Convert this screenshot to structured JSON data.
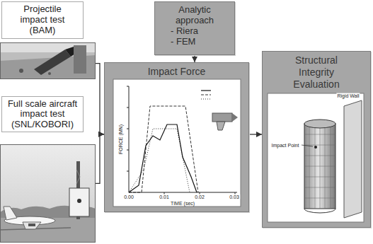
{
  "diagram": {
    "nodes": [
      {
        "text": [
          "Projectile impact test (BAM)"
        ]
      },
      {
        "text": [
          "Full scale aircraft impact test (SNL/KOBORI)"
        ]
      },
      {
        "text": [
          "Analytic approach",
          "- Riera",
          "- FEM"
        ]
      },
      {
        "text": [
          "Impact Force"
        ]
      },
      {
        "text": [
          "Structural Integrity Evaluation"
        ]
      }
    ],
    "edges": [
      {
        "from": 0,
        "to": 3,
        "arrow": "to"
      },
      {
        "from": 1,
        "to": 3,
        "arrow": "to"
      },
      {
        "from": 2,
        "to": 3,
        "arrow": "to"
      },
      {
        "from": 3,
        "to": 4,
        "arrow": "to"
      }
    ],
    "labels": [
      "FORCE (MN)",
      "TIME (sec)",
      "0.00",
      "0.01",
      "0.02",
      "0.03",
      "Rigid Wall",
      "Impact Point"
    ]
  }
}
